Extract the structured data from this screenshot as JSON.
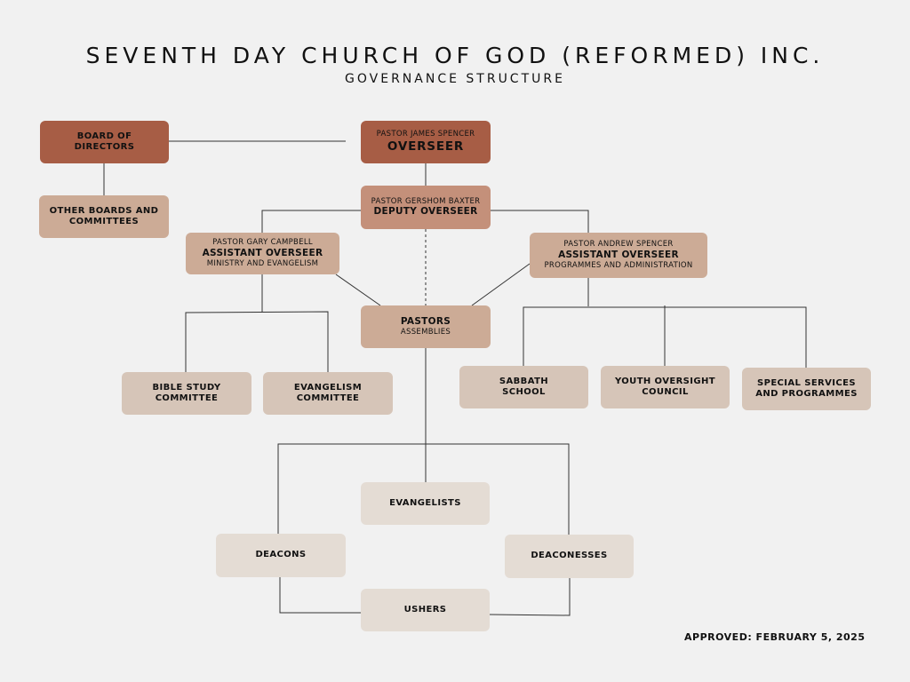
{
  "header": {
    "title": "SEVENTH DAY CHURCH OF GOD (REFORMED) INC.",
    "subtitle": "GOVERNANCE STRUCTURE"
  },
  "nodes": {
    "board": {
      "label": "BOARD OF\nDIRECTORS"
    },
    "other_boards": {
      "label": "OTHER BOARDS AND\nCOMMITTEES"
    },
    "overseer": {
      "name": "PASTOR JAMES SPENCER",
      "role": "OVERSEER"
    },
    "deputy": {
      "name": "PASTOR GERSHOM BAXTER",
      "role": "DEPUTY OVERSEER"
    },
    "asst_left": {
      "name": "PASTOR GARY CAMPBELL",
      "role": "ASSISTANT OVERSEER",
      "area": "MINISTRY AND EVANGELISM"
    },
    "asst_right": {
      "name": "PASTOR ANDREW SPENCER",
      "role": "ASSISTANT OVERSEER",
      "area": "PROGRAMMES AND ADMINISTRATION"
    },
    "pastors": {
      "role": "PASTORS",
      "area": "ASSEMBLIES"
    },
    "bible_study": {
      "label": "BIBLE STUDY\nCOMMITTEE"
    },
    "evangelism": {
      "label": "EVANGELISM\nCOMMITTEE"
    },
    "sabbath": {
      "label": "SABBATH\nSCHOOL"
    },
    "youth": {
      "label": "YOUTH OVERSIGHT\nCOUNCIL"
    },
    "special": {
      "label": "SPECIAL SERVICES\nAND PROGRAMMES"
    },
    "evangelists": {
      "label": "EVANGELISTS"
    },
    "deacons": {
      "label": "DEACONS"
    },
    "deaconesses": {
      "label": "DEACONESSES"
    },
    "ushers": {
      "label": "USHERS"
    }
  },
  "footer": {
    "approved": "APPROVED: FEBRUARY 5, 2025"
  },
  "colors": {
    "darkest": "#a75d45",
    "dark": "#c4907a",
    "mid": "#ccab96",
    "light": "#d6c5b8",
    "lightest": "#e4dcd4",
    "background": "#f1f1f1"
  }
}
